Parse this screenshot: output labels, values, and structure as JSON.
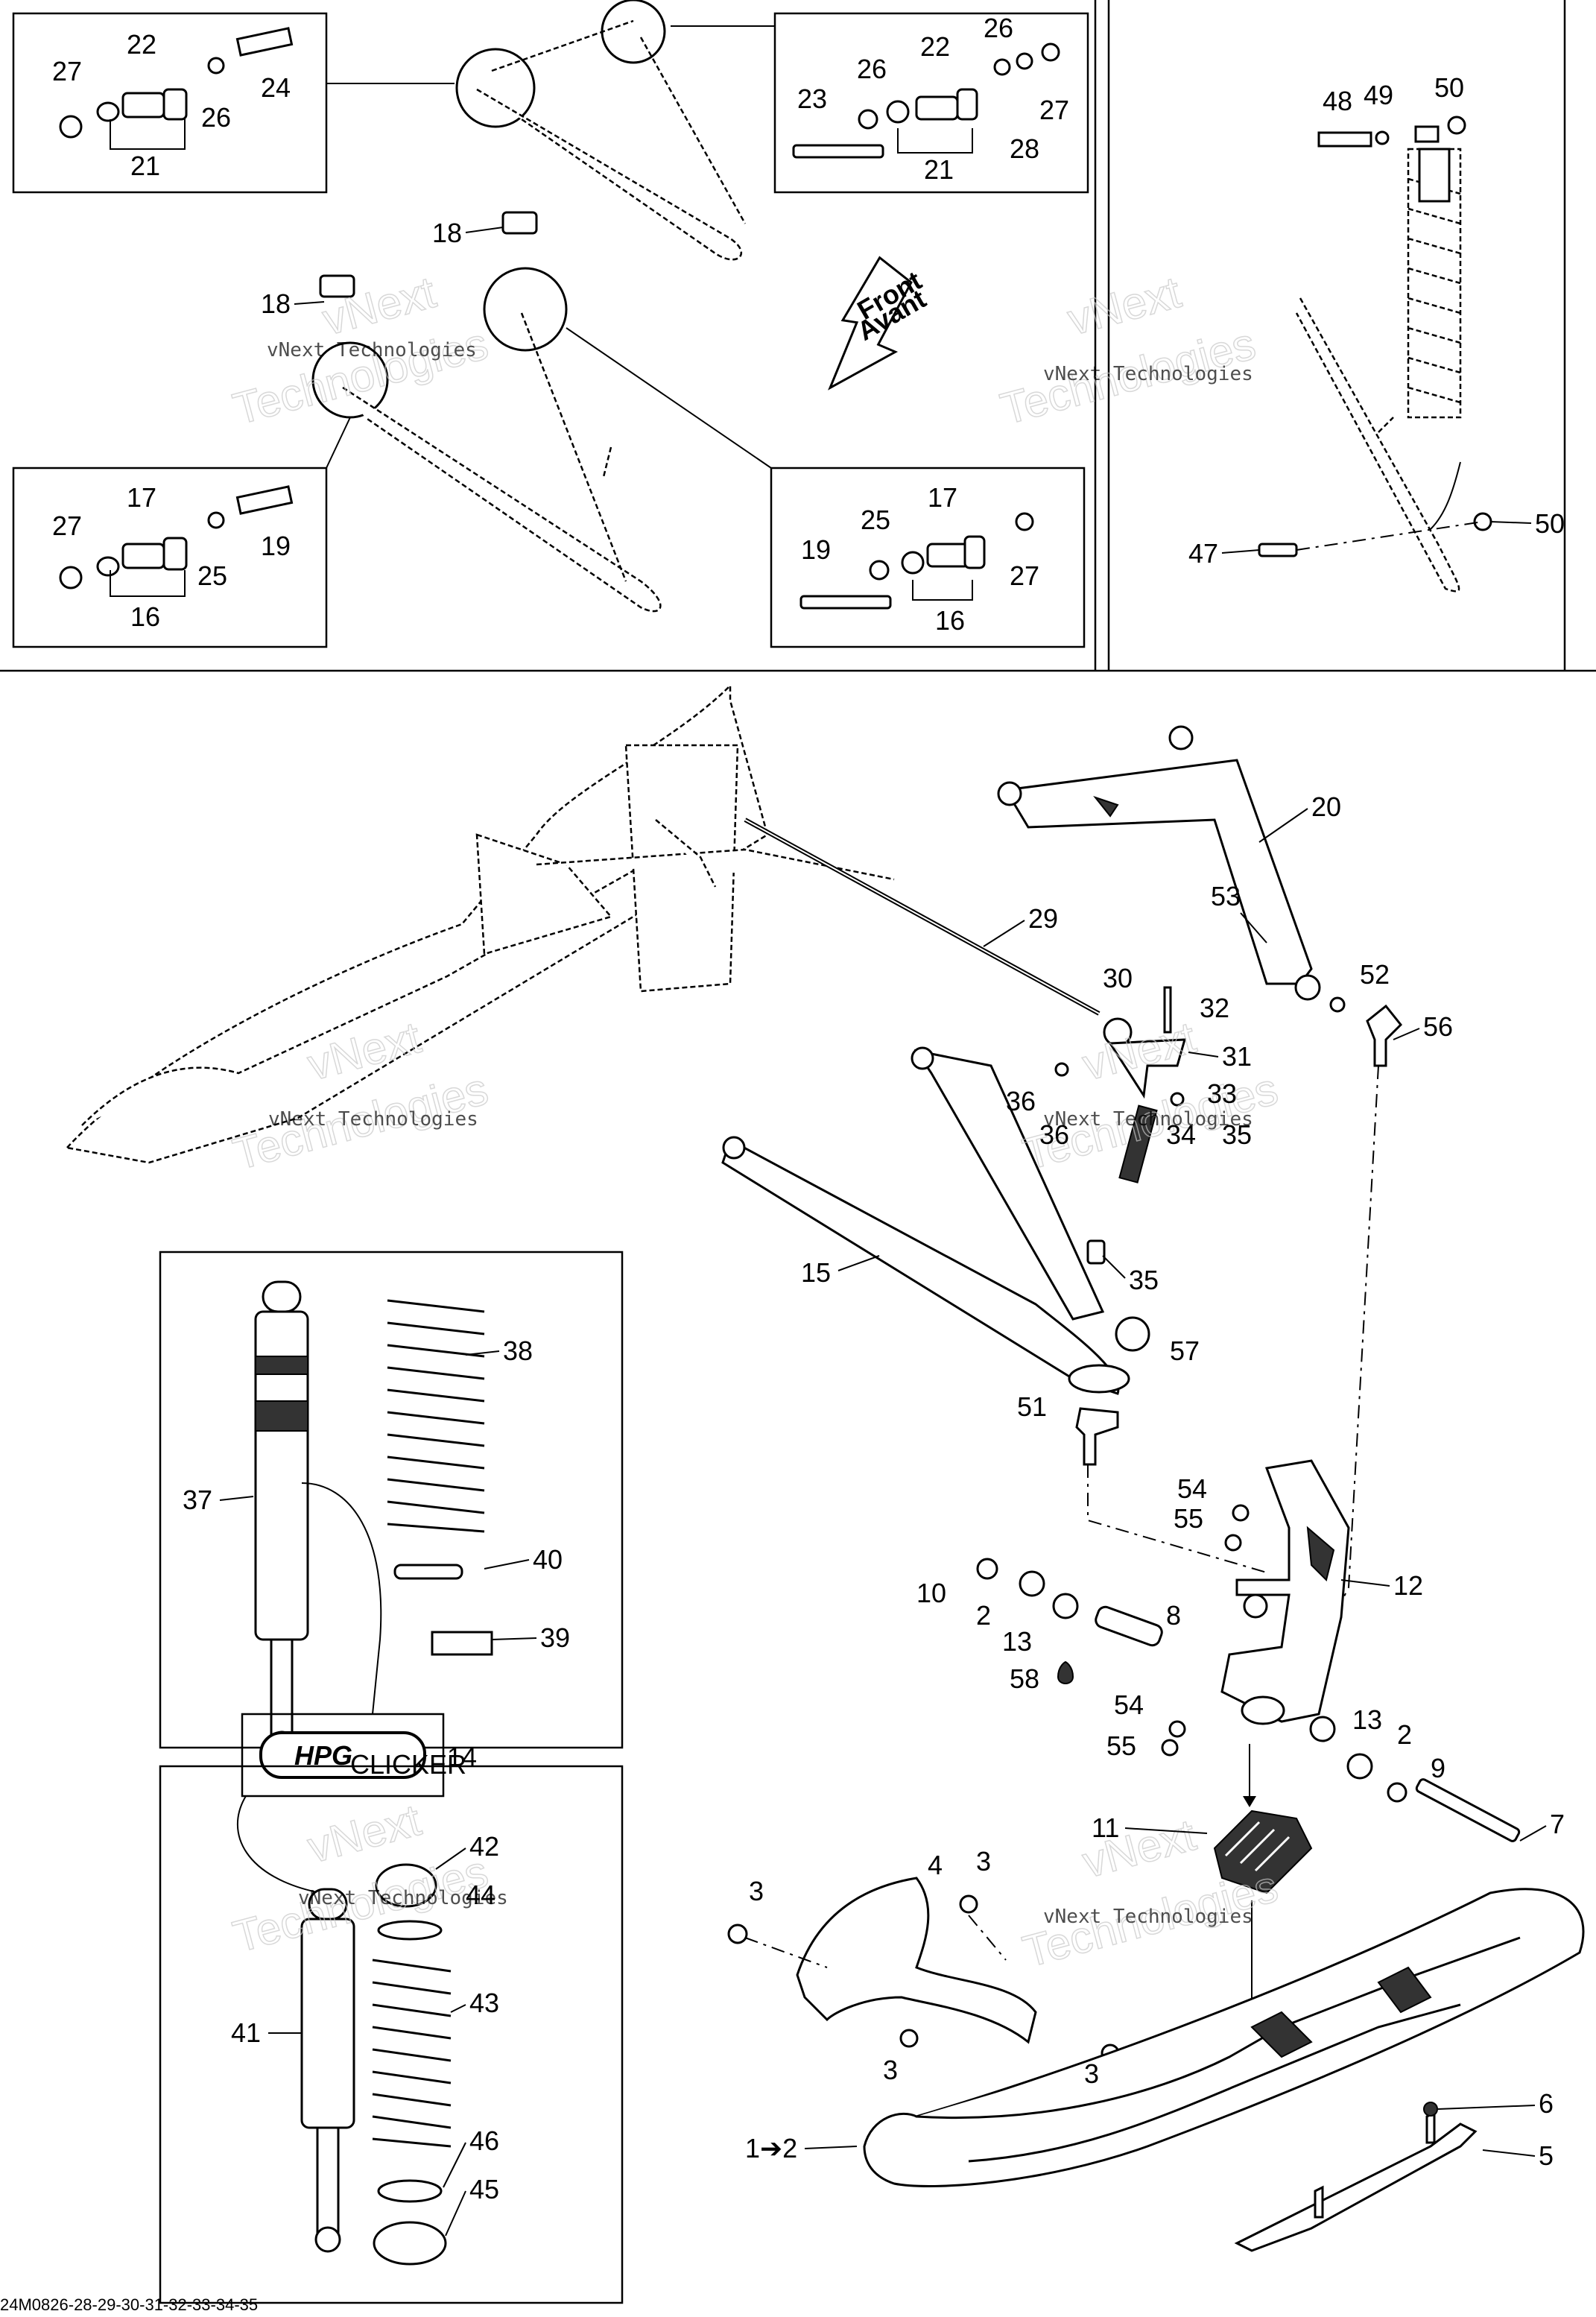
{
  "watermark": {
    "company": "vNext Technologies",
    "big_text_1": "vNext",
    "big_text_2": "Technologies"
  },
  "arrow_label": {
    "line1": "Front",
    "line2": "Avant"
  },
  "hpg_badge": {
    "text": "HPG",
    "sub": "CLICKER"
  },
  "drawing_code": "24M0826-28-29-30-31-32-33-34-35",
  "callouts": {
    "n1_2": "1➔2",
    "n2": "2",
    "n3": "3",
    "n4": "4",
    "n5": "5",
    "n6": "6",
    "n7": "7",
    "n8": "8",
    "n9": "9",
    "n10": "10",
    "n11": "11",
    "n12": "12",
    "n13": "13",
    "n14": "14",
    "n15": "15",
    "n16": "16",
    "n17": "17",
    "n18": "18",
    "n19": "19",
    "n20": "20",
    "n21": "21",
    "n22": "22",
    "n23": "23",
    "n24": "24",
    "n25": "25",
    "n26": "26",
    "n27": "27",
    "n28": "28",
    "n29": "29",
    "n30": "30",
    "n31": "31",
    "n32": "32",
    "n33": "33",
    "n34": "34",
    "n35": "35",
    "n36": "36",
    "n37": "37",
    "n38": "38",
    "n39": "39",
    "n40": "40",
    "n41": "41",
    "n42": "42",
    "n43": "43",
    "n44": "44",
    "n45": "45",
    "n46": "46",
    "n47": "47",
    "n48": "48",
    "n49": "49",
    "n50": "50",
    "n51": "51",
    "n52": "52",
    "n53": "53",
    "n54": "54",
    "n55": "55",
    "n56": "56",
    "n57": "57",
    "n58": "58"
  }
}
